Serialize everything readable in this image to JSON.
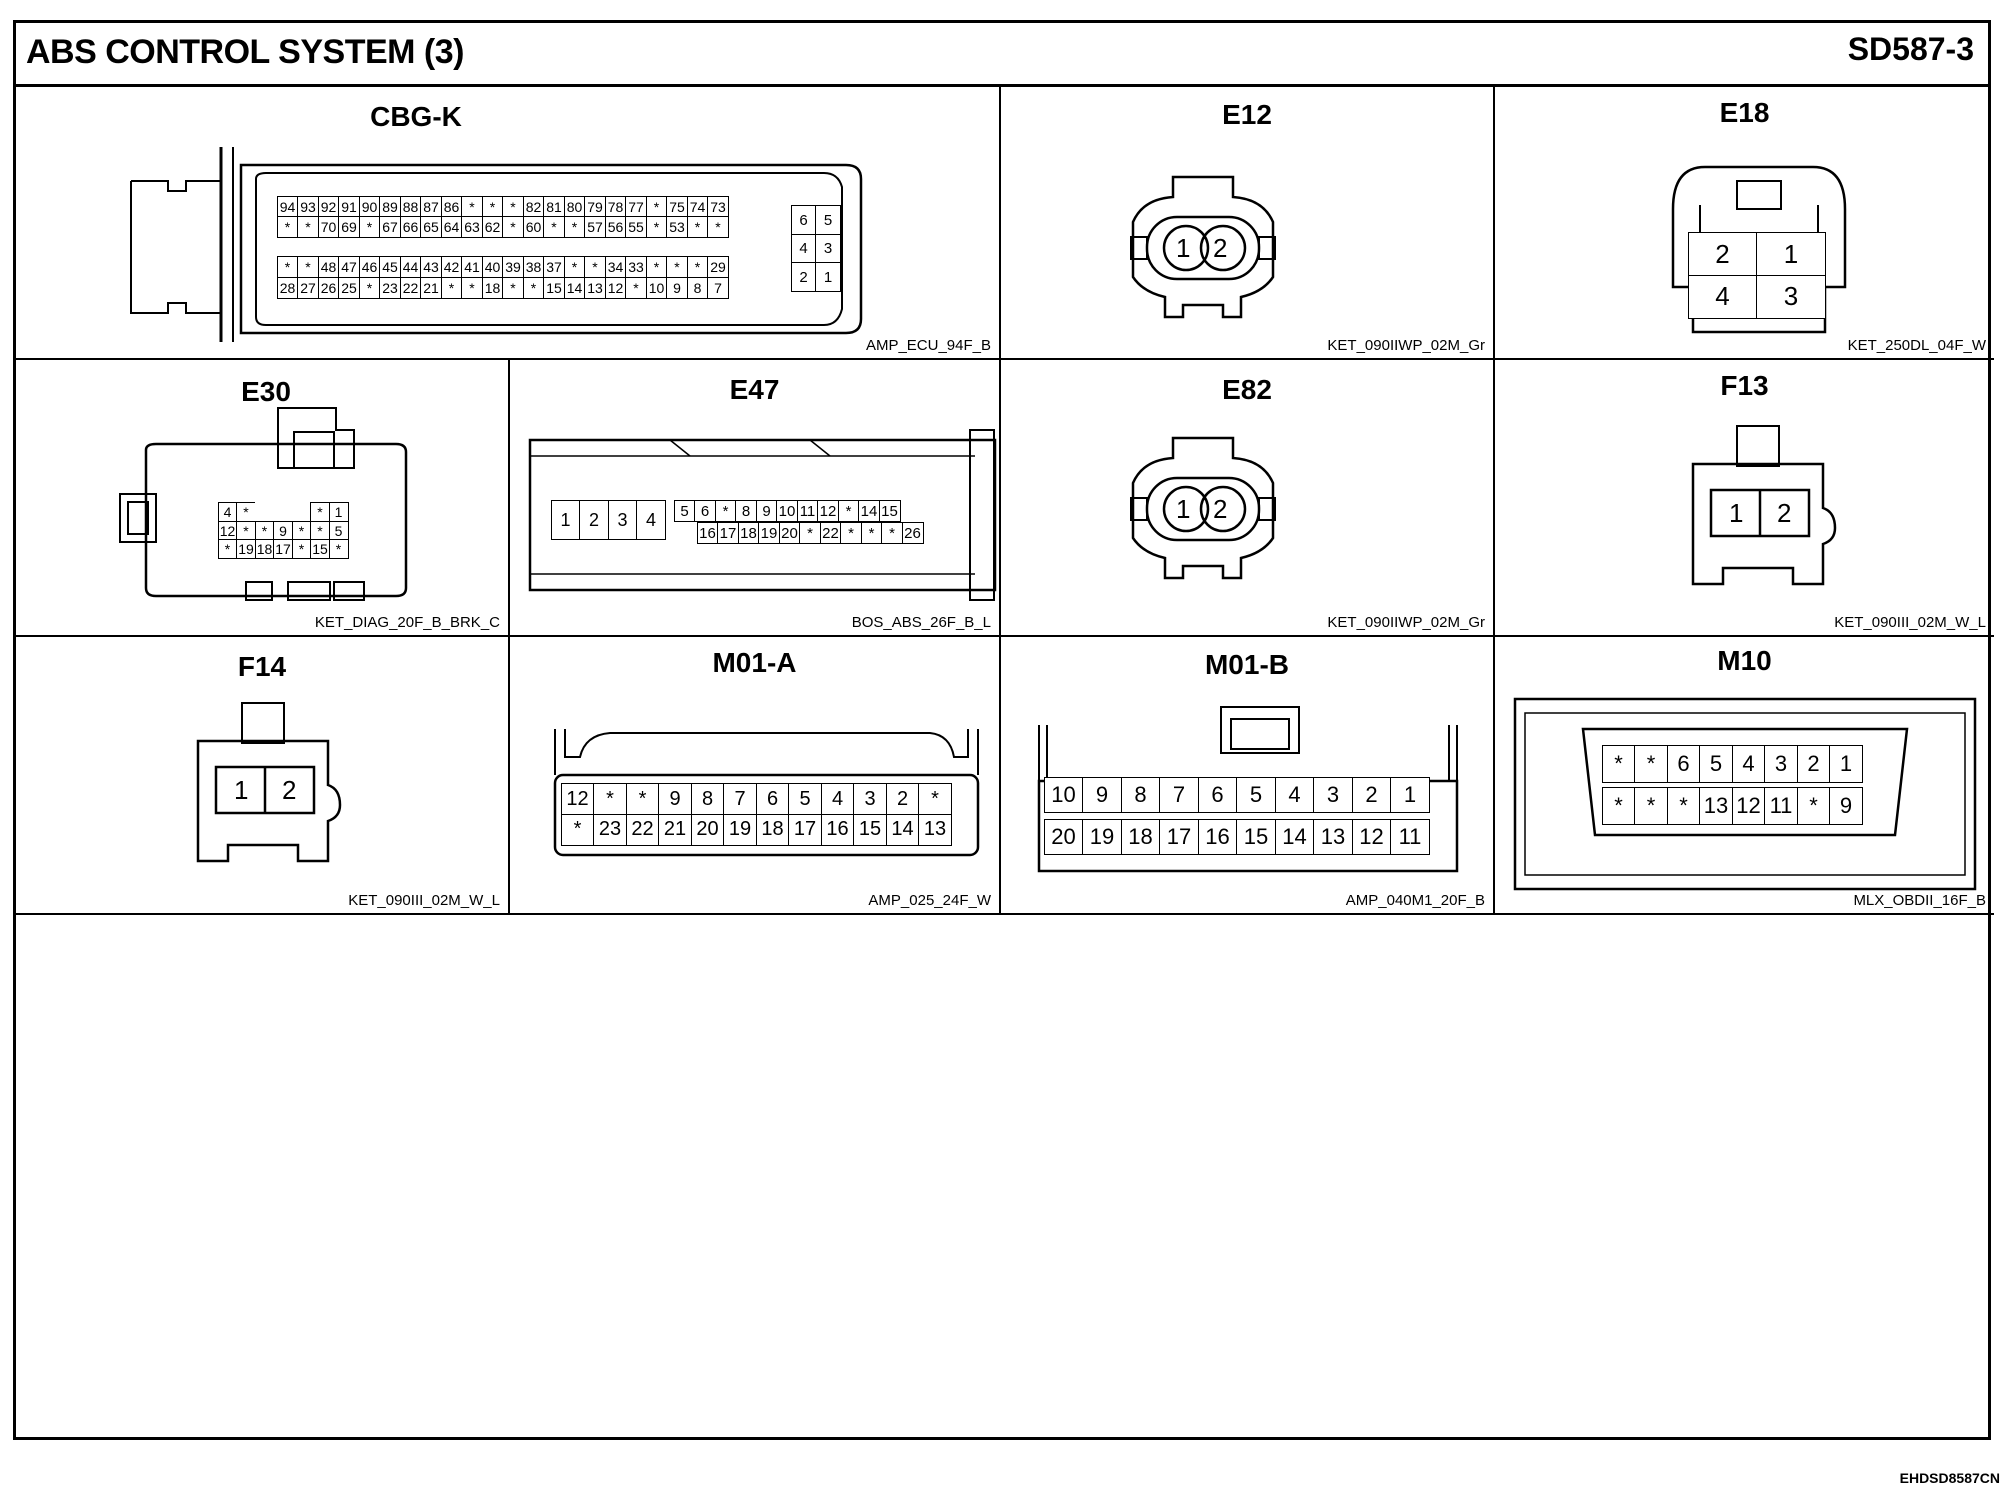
{
  "header": {
    "title": "ABS CONTROL SYSTEM (3)",
    "doc_id": "SD587-3"
  },
  "footer": {
    "code": "EHDSD8587CN"
  },
  "connectors": {
    "cbgk": {
      "name": "CBG-K",
      "code": "AMP_ECU_94F_B",
      "rows": [
        [
          "94",
          "93",
          "92",
          "91",
          "90",
          "89",
          "88",
          "87",
          "86",
          "*",
          "*",
          "*",
          "82",
          "81",
          "80",
          "79",
          "78",
          "77",
          "*",
          "75",
          "74",
          "73"
        ],
        [
          "*",
          "*",
          "70",
          "69",
          "*",
          "67",
          "66",
          "65",
          "64",
          "63",
          "62",
          "*",
          "60",
          "*",
          "*",
          "57",
          "56",
          "55",
          "*",
          "53",
          "*",
          "*"
        ],
        [
          "*",
          "*",
          "48",
          "47",
          "46",
          "45",
          "44",
          "43",
          "42",
          "41",
          "40",
          "39",
          "38",
          "37",
          "*",
          "*",
          "34",
          "33",
          "*",
          "*",
          "*",
          "29"
        ],
        [
          "28",
          "27",
          "26",
          "25",
          "*",
          "23",
          "22",
          "21",
          "*",
          "*",
          "18",
          "*",
          "*",
          "15",
          "14",
          "13",
          "12",
          "*",
          "10",
          "9",
          "8",
          "7"
        ]
      ],
      "side": [
        [
          "6",
          "5"
        ],
        [
          "4",
          "3"
        ],
        [
          "2",
          "1"
        ]
      ]
    },
    "e12": {
      "name": "E12",
      "code": "KET_090IIWP_02M_Gr",
      "pins": [
        "1",
        "2"
      ]
    },
    "e18": {
      "name": "E18",
      "code": "KET_250DL_04F_W",
      "rows": [
        [
          "2",
          "1"
        ],
        [
          "4",
          "3"
        ]
      ]
    },
    "e30": {
      "name": "E30",
      "code": "KET_DIAG_20F_B_BRK_C",
      "rows": [
        [
          "4",
          "*",
          "",
          "",
          "",
          "*",
          "1"
        ],
        [
          "12",
          "*",
          "*",
          "9",
          "*",
          "*",
          "5"
        ],
        [
          "*",
          "19",
          "18",
          "17",
          "*",
          "15",
          "*"
        ]
      ]
    },
    "e47": {
      "name": "E47",
      "code": "BOS_ABS_26F_B_L",
      "big": [
        "1",
        "2",
        "3",
        "4"
      ],
      "row1": [
        "5",
        "6",
        "*",
        "8",
        "9",
        "10",
        "11",
        "12",
        "*",
        "14",
        "15"
      ],
      "row2": [
        "16",
        "17",
        "18",
        "19",
        "20",
        "*",
        "22",
        "*",
        "*",
        "*",
        "26"
      ]
    },
    "e82": {
      "name": "E82",
      "code": "KET_090IIWP_02M_Gr",
      "pins": [
        "1",
        "2"
      ]
    },
    "f13": {
      "name": "F13",
      "code": "KET_090III_02M_W_L",
      "pins": [
        "1",
        "2"
      ]
    },
    "f14": {
      "name": "F14",
      "code": "KET_090III_02M_W_L",
      "pins": [
        "1",
        "2"
      ]
    },
    "m01a": {
      "name": "M01-A",
      "code": "AMP_025_24F_W",
      "rows": [
        [
          "12",
          "*",
          "*",
          "9",
          "8",
          "7",
          "6",
          "5",
          "4",
          "3",
          "2",
          "*"
        ],
        [
          "*",
          "23",
          "22",
          "21",
          "20",
          "19",
          "18",
          "17",
          "16",
          "15",
          "14",
          "13"
        ]
      ]
    },
    "m01b": {
      "name": "M01-B",
      "code": "AMP_040M1_20F_B",
      "rows": [
        [
          "10",
          "9",
          "8",
          "7",
          "6",
          "5",
          "4",
          "3",
          "2",
          "1"
        ],
        [
          "20",
          "19",
          "18",
          "17",
          "16",
          "15",
          "14",
          "13",
          "12",
          "11"
        ]
      ]
    },
    "m10": {
      "name": "M10",
      "code": "MLX_OBDII_16F_B",
      "rows": [
        [
          "*",
          "*",
          "6",
          "5",
          "4",
          "3",
          "2",
          "1"
        ],
        [
          "*",
          "*",
          "*",
          "13",
          "12",
          "11",
          "*",
          "9"
        ]
      ]
    }
  }
}
